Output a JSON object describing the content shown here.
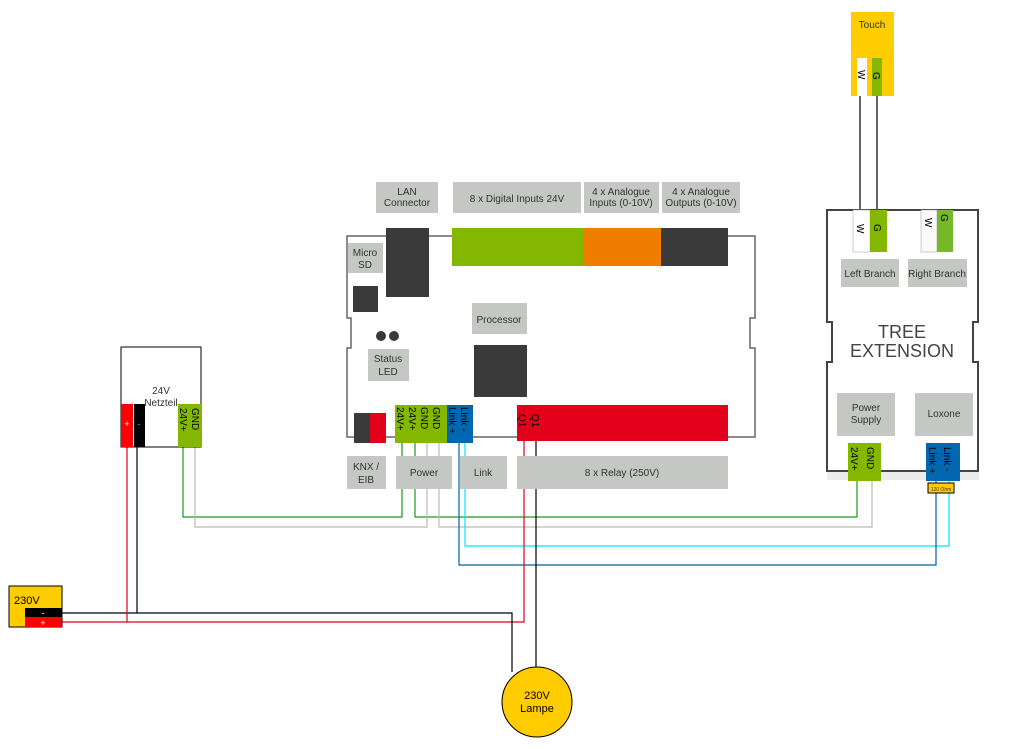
{
  "colors": {
    "green": "#84b800",
    "orange": "#ee7d00",
    "dark": "#3a3a3a",
    "red": "#e2001a",
    "blue": "#0067b0",
    "yellow": "#ffcc00",
    "label_gray": "#c4c7c4"
  },
  "miniserver": {
    "lan": [
      "LAN",
      "Connector"
    ],
    "digital_inputs": "8 x Digital Inputs 24V",
    "analogue_inputs": [
      "4 x Analogue",
      "Inputs (0-10V)"
    ],
    "analogue_outputs": [
      "4 x Analogue",
      "Outputs (0-10V)"
    ],
    "micro_sd": [
      "Micro",
      "SD"
    ],
    "status_led": [
      "Status",
      "LED"
    ],
    "processor": "Processor",
    "knx": [
      "KNX /",
      "EIB"
    ],
    "power": "Power",
    "link": "Link",
    "relay": "8 x Relay (250V)",
    "terminals": {
      "p1": "24V+",
      "p2": "24V+",
      "g1": "GND",
      "g2": "GND",
      "lp": "Link +",
      "lm": "Link -",
      "q1a": "Q1",
      "q1b": "Q1"
    }
  },
  "tree": {
    "title1": "TREE",
    "title2": "EXTENSION",
    "left_branch": "Left Branch",
    "right_branch": "Right Branch",
    "power_supply": [
      "Power",
      "Supply"
    ],
    "loxone": "Loxone",
    "w": "W",
    "g": "G",
    "t24": "24V+",
    "tgnd": "GND",
    "lp": "Link +",
    "lm": "Link -",
    "resistor": "120 Ohm"
  },
  "touch": {
    "title": "Touch",
    "w": "W",
    "g": "G"
  },
  "psu": {
    "title1": "24V",
    "title2": "Netzteil",
    "plus": "+",
    "minus": "-",
    "t24": "24V+",
    "tgnd": "GND"
  },
  "mains": {
    "title": "230V",
    "minus": "-",
    "plus": "+"
  },
  "lamp": {
    "line1": "230V",
    "line2": "Lampe"
  }
}
